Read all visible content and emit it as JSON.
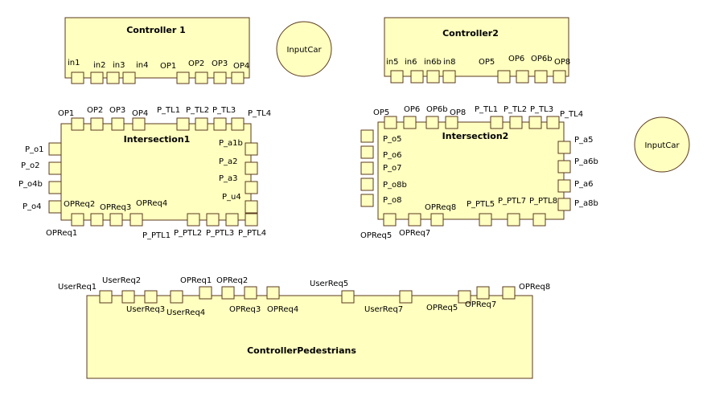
{
  "components": {
    "controller1": {
      "title": "Controller 1",
      "ports": [
        {
          "name": "in1",
          "side": "bottom",
          "pos": 0.16,
          "lbl": "in1"
        },
        {
          "name": "in2",
          "side": "bottom",
          "pos": 0.26,
          "lbl": "in2"
        },
        {
          "name": "in3",
          "side": "bottom",
          "pos": 0.35,
          "lbl": "in3"
        },
        {
          "name": "in4",
          "side": "bottom",
          "pos": 0.44,
          "lbl": "in4"
        },
        {
          "name": "OP1",
          "side": "bottom",
          "pos": 0.61,
          "lbl": "OP1"
        },
        {
          "name": "OP2",
          "side": "bottom",
          "pos": 0.72,
          "lbl": "OP2"
        },
        {
          "name": "OP3",
          "side": "bottom",
          "pos": 0.82,
          "lbl": "OP3"
        },
        {
          "name": "OP4",
          "side": "bottom",
          "pos": 0.92,
          "lbl": "OP4"
        }
      ]
    },
    "controller2": {
      "title": "Controller2",
      "ports": [
        {
          "name": "in5",
          "side": "bottom",
          "pos": 0.06,
          "lbl": "in5"
        },
        {
          "name": "in6",
          "side": "bottom",
          "pos": 0.18,
          "lbl": "in6"
        },
        {
          "name": "in6b",
          "side": "bottom",
          "pos": 0.3,
          "lbl": "in6b"
        },
        {
          "name": "in8",
          "side": "bottom",
          "pos": 0.42,
          "lbl": "in8"
        },
        {
          "name": "OP5",
          "side": "bottom",
          "pos": 0.64,
          "lbl": "OP5"
        },
        {
          "name": "OP6",
          "side": "bottom",
          "pos": 0.76,
          "lbl": "OP6"
        },
        {
          "name": "OP6b",
          "side": "bottom",
          "pos": 0.87,
          "lbl": "OP6b"
        },
        {
          "name": "OP8",
          "side": "bottom",
          "pos": 0.97,
          "lbl": "OP8"
        }
      ]
    },
    "inputcar1": {
      "title": "InputCar"
    },
    "inputcar2": {
      "title": "InputCar"
    },
    "intersection1": {
      "title": "Intersection1",
      "ports": [
        {
          "name": "OP1",
          "side": "top",
          "pos": 0.07,
          "lbl": "OP1"
        },
        {
          "name": "OP2",
          "side": "top",
          "pos": 0.18,
          "lbl": "OP2"
        },
        {
          "name": "OP3",
          "side": "top",
          "pos": 0.29,
          "lbl": "OP3"
        },
        {
          "name": "OP4",
          "side": "top",
          "pos": 0.4,
          "lbl": "OP4"
        },
        {
          "name": "P_TL1",
          "side": "top",
          "pos": 0.6,
          "lbl": "P_TL1"
        },
        {
          "name": "P_TL2",
          "side": "top",
          "pos": 0.71,
          "lbl": "P_TL2"
        },
        {
          "name": "P_TL3",
          "side": "top",
          "pos": 0.82,
          "lbl": "P_TL3"
        },
        {
          "name": "P_TL4",
          "side": "top",
          "pos": 0.93,
          "lbl": "P_TL4"
        },
        {
          "name": "P_o1",
          "side": "left",
          "pos": 0.18,
          "lbl": "P_o1"
        },
        {
          "name": "P_o2",
          "side": "left",
          "pos": 0.4,
          "lbl": "P_o2"
        },
        {
          "name": "P_o4b",
          "side": "left",
          "pos": 0.62,
          "lbl": "P_o4b"
        },
        {
          "name": "P_o4",
          "side": "left",
          "pos": 0.84,
          "lbl": "P_o4"
        },
        {
          "name": "P_a1b",
          "side": "right",
          "pos": 0.24,
          "lbl": "P_a1b"
        },
        {
          "name": "P_a2",
          "side": "right",
          "pos": 0.45,
          "lbl": "P_a2"
        },
        {
          "name": "P_a3",
          "side": "right",
          "pos": 0.65,
          "lbl": "P_a3"
        },
        {
          "name": "P_u4",
          "side": "right",
          "pos": 0.86,
          "lbl": "P_u4"
        },
        {
          "name": "OPReq1",
          "side": "bottom",
          "pos": 0.07,
          "lbl": "OPReq1"
        },
        {
          "name": "OPReq2",
          "side": "bottom",
          "pos": 0.17,
          "lbl": "OPReq2"
        },
        {
          "name": "OPReq3",
          "side": "bottom",
          "pos": 0.28,
          "lbl": "OPReq3"
        },
        {
          "name": "OPReq4",
          "side": "bottom",
          "pos": 0.38,
          "lbl": "OPReq4"
        },
        {
          "name": "P_PTL1",
          "side": "bottom",
          "pos": 0.62,
          "lbl": "P_PTL1"
        },
        {
          "name": "P_PTL2",
          "side": "bottom",
          "pos": 0.72,
          "lbl": "P_PTL2"
        },
        {
          "name": "P_PTL3",
          "side": "bottom",
          "pos": 0.82,
          "lbl": "P_PTL3"
        },
        {
          "name": "P_PTL4",
          "side": "bottom",
          "pos": 0.92,
          "lbl": "P_PTL4"
        }
      ]
    },
    "intersection2": {
      "title": "Intersection2",
      "ports": [
        {
          "name": "OP5",
          "side": "top",
          "pos": 0.07,
          "lbl": "OP5"
        },
        {
          "name": "OP6",
          "side": "top",
          "pos": 0.18,
          "lbl": "OP6"
        },
        {
          "name": "OP6b",
          "side": "top",
          "pos": 0.3,
          "lbl": "OP6b"
        },
        {
          "name": "OP8",
          "side": "top",
          "pos": 0.4,
          "lbl": "OP8"
        },
        {
          "name": "P_TL1",
          "side": "top",
          "pos": 0.63,
          "lbl": "P_TL1"
        },
        {
          "name": "P_TL2",
          "side": "top",
          "pos": 0.74,
          "lbl": "P_TL2"
        },
        {
          "name": "P_TL3",
          "side": "top",
          "pos": 0.85,
          "lbl": "P_TL3"
        },
        {
          "name": "P_TL4",
          "side": "top",
          "pos": 0.95,
          "lbl": "P_TL4"
        },
        {
          "name": "P_a5",
          "side": "right",
          "pos": 0.18,
          "lbl": "P_a5"
        },
        {
          "name": "P_a6b",
          "side": "right",
          "pos": 0.4,
          "lbl": "P_a6b"
        },
        {
          "name": "P_a6",
          "side": "right",
          "pos": 0.62,
          "lbl": "P_a6"
        },
        {
          "name": "P_a8b",
          "side": "right",
          "pos": 0.83,
          "lbl": "P_a8b"
        },
        {
          "name": "OPReq5",
          "side": "bottom",
          "pos": 0.06,
          "lbl": "OPReq5"
        },
        {
          "name": "OPReq7",
          "side": "bottom",
          "pos": 0.19,
          "lbl": "OPReq7"
        },
        {
          "name": "OPReq8",
          "side": "bottom",
          "pos": 0.31,
          "lbl": "OPReq8"
        },
        {
          "name": "P_PTL5",
          "side": "bottom",
          "pos": 0.59,
          "lbl": "P_PTL5"
        },
        {
          "name": "P_PTL7",
          "side": "bottom",
          "pos": 0.73,
          "lbl": "P_PTL7"
        },
        {
          "name": "P_PTL8",
          "side": "bottom",
          "pos": 0.86,
          "lbl": "P_PTL8"
        }
      ]
    },
    "intersection2_outer": {
      "ports": [
        {
          "name": "P_o5",
          "lbl": "P_o5"
        },
        {
          "name": "P_o6",
          "lbl": "P_o6"
        },
        {
          "name": "P_o7",
          "lbl": "P_o7"
        },
        {
          "name": "P_o8b",
          "lbl": "P_o8b"
        },
        {
          "name": "P_o8",
          "lbl": "P_o8"
        }
      ]
    },
    "controllerPedestrians": {
      "title": "ControllerPedestrians",
      "ports": [
        {
          "name": "UserReq1",
          "side": "top",
          "pos": 0.04,
          "lbl": "UserReq1"
        },
        {
          "name": "UserReq2",
          "side": "top",
          "pos": 0.09,
          "lbl": "UserReq2"
        },
        {
          "name": "UserReq3",
          "side": "top",
          "pos": 0.14,
          "lbl": "UserReq3"
        },
        {
          "name": "UserReq4",
          "side": "top",
          "pos": 0.2,
          "lbl": "UserReq4"
        },
        {
          "name": "OPReq1",
          "side": "top",
          "pos": 0.26,
          "lbl": "OPReq1"
        },
        {
          "name": "OPReq2",
          "side": "top",
          "pos": 0.32,
          "lbl": "OPReq2"
        },
        {
          "name": "OPReq3",
          "side": "top",
          "pos": 0.37,
          "lbl": "OPReq3"
        },
        {
          "name": "OPReq4",
          "side": "top",
          "pos": 0.42,
          "lbl": "OPReq4"
        },
        {
          "name": "UserReq5",
          "side": "top",
          "pos": 0.58,
          "lbl": "UserReq5"
        },
        {
          "name": "UserReq7",
          "side": "top",
          "pos": 0.71,
          "lbl": "UserReq7"
        },
        {
          "name": "OPReq5",
          "side": "top",
          "pos": 0.86,
          "lbl": "OPReq5"
        },
        {
          "name": "OPReq7",
          "side": "top",
          "pos": 0.9,
          "lbl": "OPReq7"
        },
        {
          "name": "OPReq8",
          "side": "top",
          "pos": 0.95,
          "lbl": "OPReq8"
        }
      ]
    }
  }
}
